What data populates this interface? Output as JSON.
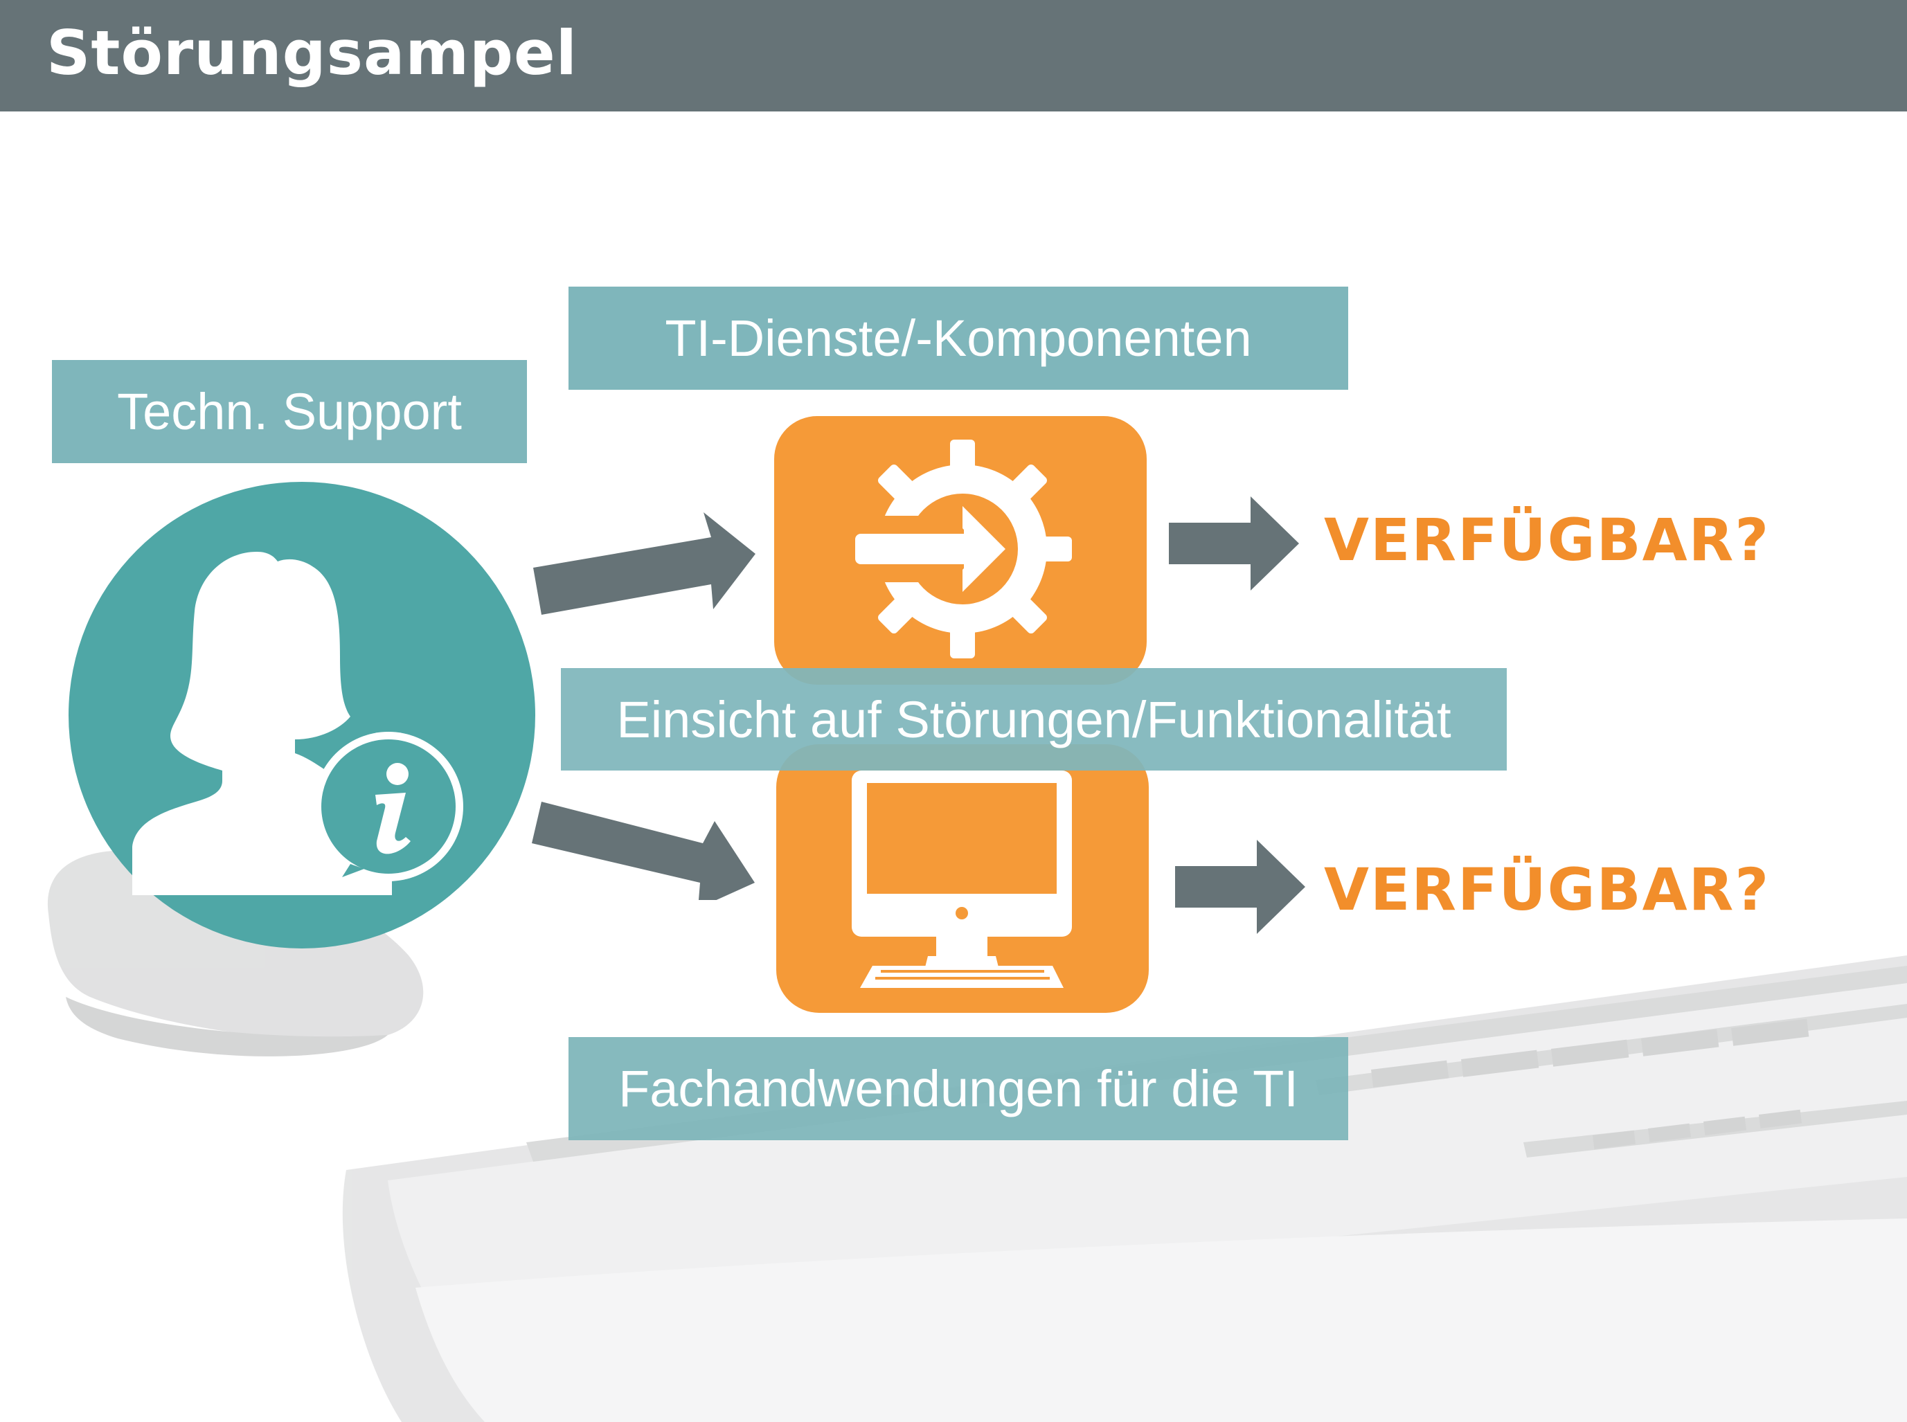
{
  "header": {
    "title": "Störungsampel"
  },
  "diagram": {
    "support_label": "Techn. Support",
    "services_label": "TI-Dienste/-Komponenten",
    "insight_label": "Einsicht auf Störungen/Funktionalität",
    "applications_label": "Fachandwendungen für die TI",
    "status_question_top": "VERFÜGBAR?",
    "status_question_bottom": "VERFÜGBAR?"
  },
  "icons": {
    "support_person": "female-support-agent-icon",
    "info": "info-speech-bubble-icon",
    "services": "gear-with-arrow-icon",
    "applications": "desktop-computer-icon",
    "background": "keyboard-and-mouse-photo"
  },
  "colors": {
    "header_bar": "#667377",
    "label_box": "#7fb6bb",
    "support_circle": "#4fa7a6",
    "orange_tile": "#f59a38",
    "question_text": "#f28e2b",
    "arrow": "#667377"
  }
}
